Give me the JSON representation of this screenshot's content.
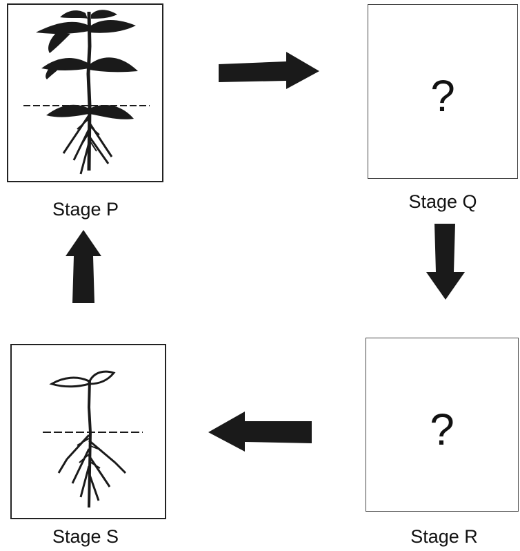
{
  "stages": {
    "p": {
      "label": "Stage P"
    },
    "q": {
      "label": "Stage Q",
      "placeholder": "?"
    },
    "r": {
      "label": "Stage R",
      "placeholder": "?"
    },
    "s": {
      "label": "Stage S"
    }
  },
  "arrows": [
    {
      "from": "Stage P",
      "to": "Stage Q",
      "direction": "right"
    },
    {
      "from": "Stage Q",
      "to": "Stage R",
      "direction": "down"
    },
    {
      "from": "Stage R",
      "to": "Stage S",
      "direction": "left"
    },
    {
      "from": "Stage S",
      "to": "Stage P",
      "direction": "up"
    }
  ],
  "colors": {
    "arrow": "#1a1a1a",
    "plant": "#1a1a1a",
    "border": "#222222"
  }
}
